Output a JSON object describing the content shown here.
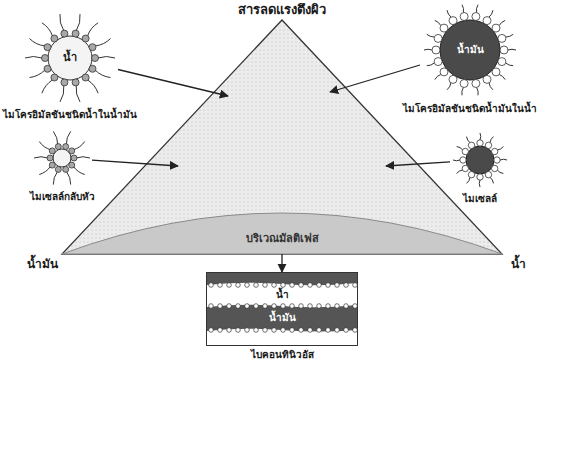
{
  "diagram": {
    "nodes": [
      {
        "text": [
          "สารลดแรงตึงผิว"
        ]
      },
      {
        "text": [
          "บริเวณมัลติเฟส"
        ],
        "in": 0
      },
      {
        "text": [
          "น้ำ",
          "ไมโครอิมัลชันชนิดน้ำในน้ำมัน"
        ]
      },
      {
        "text": [
          "น้ำมัน",
          "ไมโครอิมัลชันชนิดน้ำมันในน้ำ"
        ]
      },
      {
        "text": [
          "ไมเซลล์กลับหัว"
        ]
      },
      {
        "text": [
          "ไมเซลล์"
        ]
      },
      {
        "text": [
          "น้ำ",
          "น้ำมัน",
          "ไบคอนทินิวอัส"
        ]
      }
    ],
    "edges": [
      {
        "from": 2,
        "to": 0,
        "arrow": "to"
      },
      {
        "from": 3,
        "to": 0,
        "arrow": "to"
      },
      {
        "from": 4,
        "to": 0,
        "arrow": "to"
      },
      {
        "from": 5,
        "to": 0,
        "arrow": "to"
      },
      {
        "from": 1,
        "to": 6,
        "arrow": "to"
      }
    ],
    "labels": [
      "น้ำมัน",
      "น้ำ"
    ]
  }
}
